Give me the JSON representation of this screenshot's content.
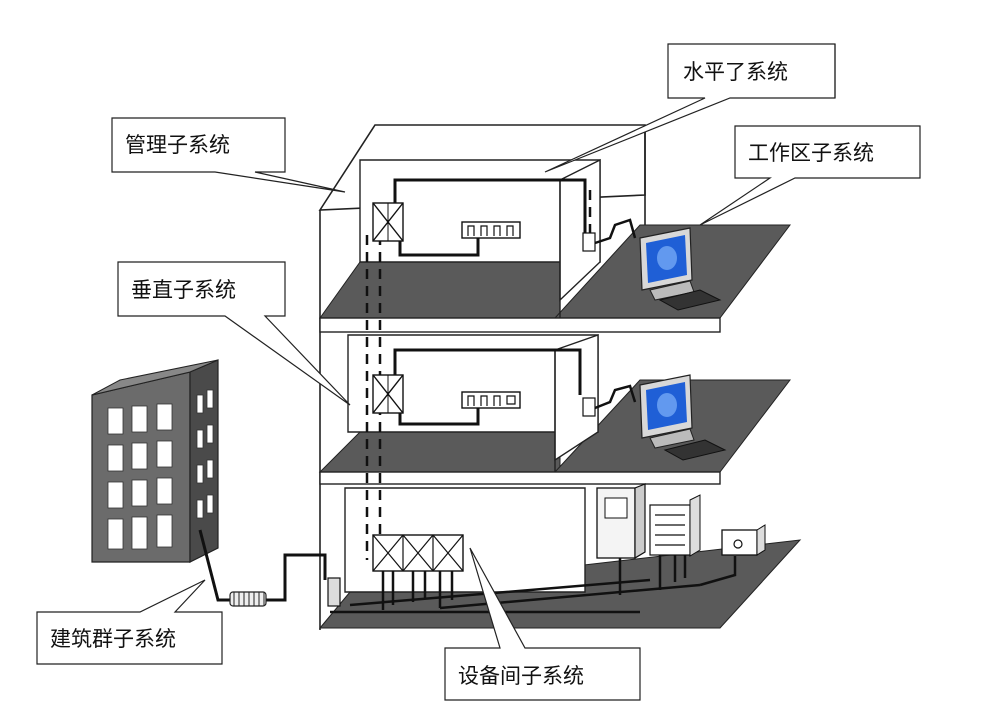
{
  "labels": {
    "horizontal": "水平了系统",
    "management": "管理子系统",
    "work_area": "工作区子系统",
    "vertical": "垂直子系统",
    "campus": "建筑群子系统",
    "equipment_room": "设备间子系统"
  },
  "colors": {
    "floor": "#5a5a5a",
    "wall": "#ffffff",
    "outline": "#222222",
    "cable": "#111111",
    "building": "#6b6b6b",
    "window": "#ffffff",
    "monitor_screen": "#1f5fd6"
  },
  "icons": [
    "building-icon",
    "computer-icon",
    "server-cabinet-icon",
    "patch-panel-icon",
    "cable-coil-icon",
    "equipment-box-icon"
  ]
}
